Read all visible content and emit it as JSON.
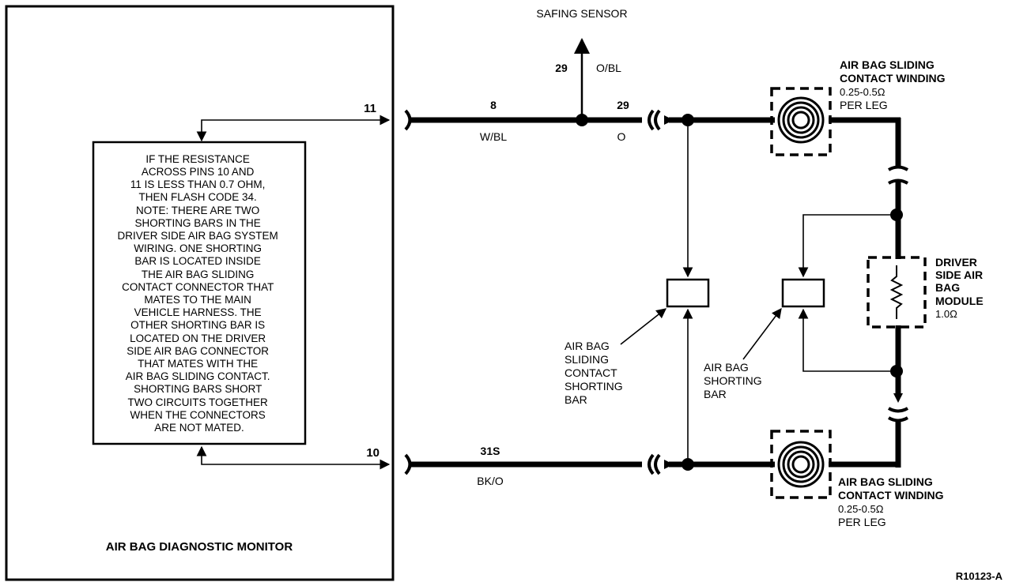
{
  "diagram": {
    "monitor_label": "AIR BAG DIAGNOSTIC MONITOR",
    "note_lines": [
      "IF THE RESISTANCE",
      "ACROSS PINS 10 AND",
      "11 IS LESS THAN 0.7 OHM,",
      "THEN FLASH CODE 34.",
      "NOTE: THERE ARE TWO",
      "SHORTING BARS IN THE",
      "DRIVER SIDE AIR BAG SYSTEM",
      "WIRING. ONE SHORTING",
      "BAR IS LOCATED INSIDE",
      "THE AIR BAG SLIDING",
      "CONTACT CONNECTOR THAT",
      "MATES TO THE MAIN",
      "VEHICLE HARNESS. THE",
      "OTHER SHORTING BAR IS",
      "LOCATED ON THE DRIVER",
      "SIDE AIR BAG CONNECTOR",
      "THAT MATES WITH THE",
      "AIR BAG SLIDING CONTACT.",
      "SHORTING BARS SHORT",
      "TWO CIRCUITS TOGETHER",
      "WHEN THE CONNECTORS",
      "ARE NOT MATED."
    ],
    "pin_11": "11",
    "pin_10": "10",
    "safing_sensor": "SAFING SENSOR",
    "circuit_29_up": "29",
    "color_o_bl": "O/BL",
    "circuit_8": "8",
    "color_w_bl": "W/BL",
    "circuit_29": "29",
    "color_o": "O",
    "circuit_31s": "31S",
    "color_bk_o": "BK/O",
    "top_winding": {
      "title_line1": "AIR BAG SLIDING",
      "title_line2": "CONTACT WINDING",
      "value_line1": "0.25-0.5Ω",
      "value_line2": "PER LEG"
    },
    "bottom_winding": {
      "title_line1": "AIR BAG SLIDING",
      "title_line2": "CONTACT WINDING",
      "value_line1": "0.25-0.5Ω",
      "value_line2": "PER LEG"
    },
    "module": {
      "line1": "DRIVER",
      "line2": "SIDE AIR",
      "line3": "BAG",
      "line4": "MODULE",
      "value": "1.0Ω"
    },
    "sliding_shorting_bar": [
      "AIR BAG",
      "SLIDING",
      "CONTACT",
      "SHORTING",
      "BAR"
    ],
    "shorting_bar": [
      "AIR BAG",
      "SHORTING",
      "BAR"
    ],
    "figure_id": "R10123-A"
  }
}
